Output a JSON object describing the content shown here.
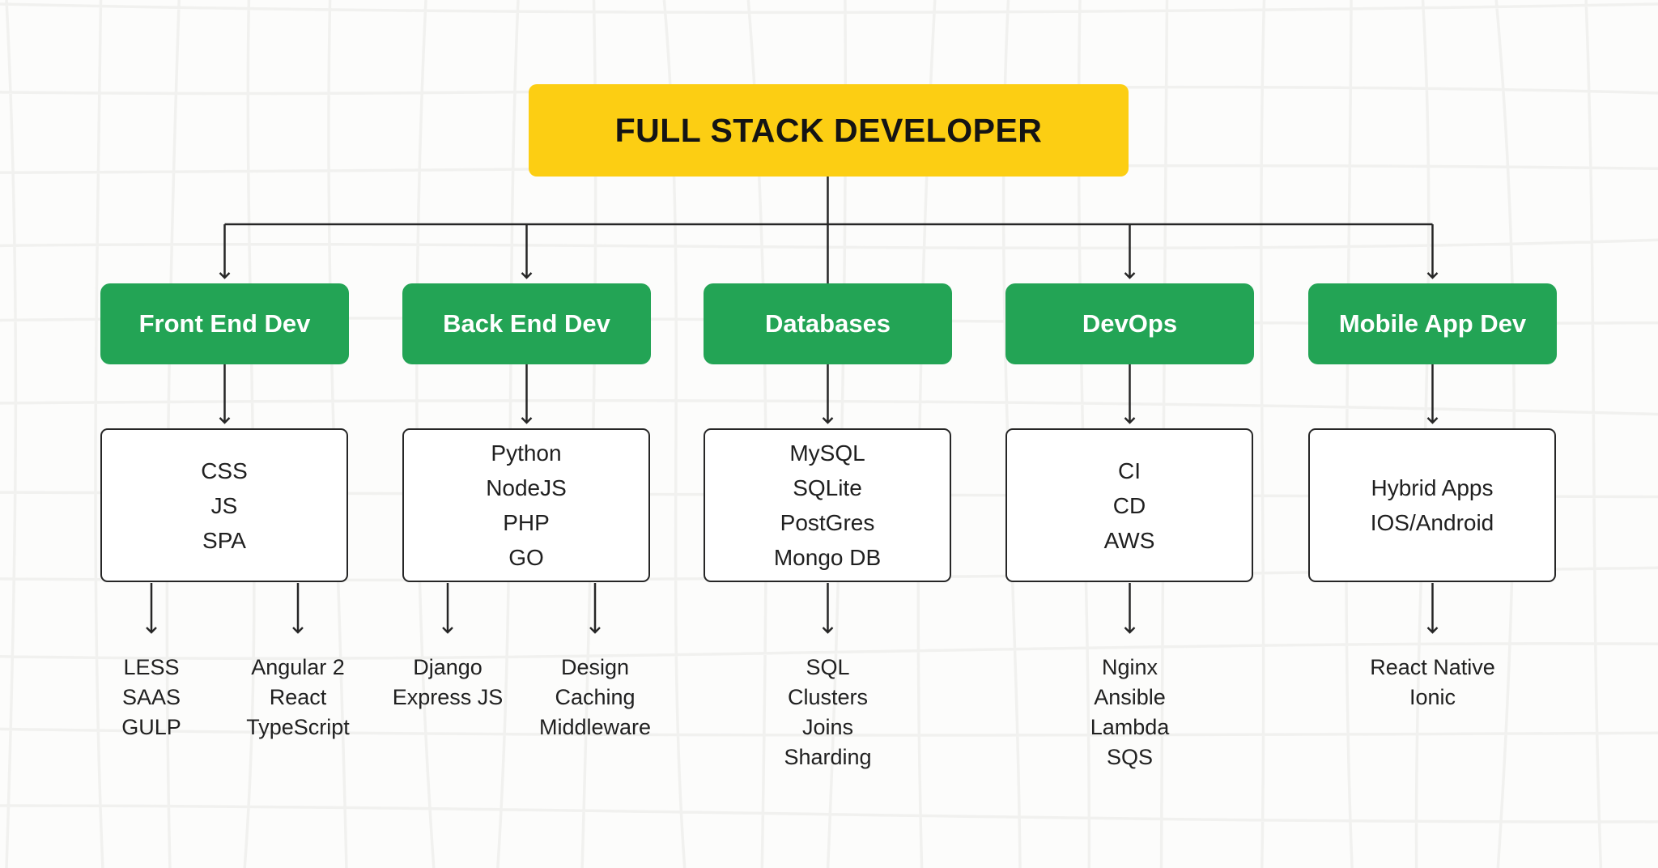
{
  "diagram": {
    "root": {
      "label": "FULL STACK DEVELOPER"
    },
    "branches": [
      {
        "id": "frontend",
        "label": "Front End Dev",
        "box_lines": [
          "CSS",
          "JS",
          "SPA"
        ],
        "leaves": [
          [
            "LESS",
            "SAAS",
            "GULP"
          ],
          [
            "Angular 2",
            "React",
            "TypeScript"
          ]
        ]
      },
      {
        "id": "backend",
        "label": "Back End Dev",
        "box_lines": [
          "Python",
          "NodeJS",
          "PHP",
          "GO"
        ],
        "leaves": [
          [
            "Django",
            "Express JS"
          ],
          [
            "Design",
            "Caching",
            "Middleware"
          ]
        ]
      },
      {
        "id": "databases",
        "label": "Databases",
        "box_lines": [
          "MySQL",
          "SQLite",
          "PostGres",
          "Mongo DB"
        ],
        "leaves": [
          [
            "SQL",
            "Clusters",
            "Joins",
            "Sharding"
          ]
        ]
      },
      {
        "id": "devops",
        "label": "DevOps",
        "box_lines": [
          "CI",
          "CD",
          "AWS"
        ],
        "leaves": [
          [
            "Nginx",
            "Ansible",
            "Lambda",
            "SQS"
          ]
        ]
      },
      {
        "id": "mobile",
        "label": "Mobile App Dev",
        "box_lines": [
          "Hybrid Apps",
          "IOS/Android"
        ],
        "leaves": [
          [
            "React Native",
            "Ionic"
          ]
        ]
      }
    ],
    "colors": {
      "root_bg": "#FCCE13",
      "branch_bg": "#23A455",
      "line": "#262626",
      "text": "#202020",
      "canvas_bg": "#FCFCFB",
      "grid": "#F1F1EF"
    }
  }
}
